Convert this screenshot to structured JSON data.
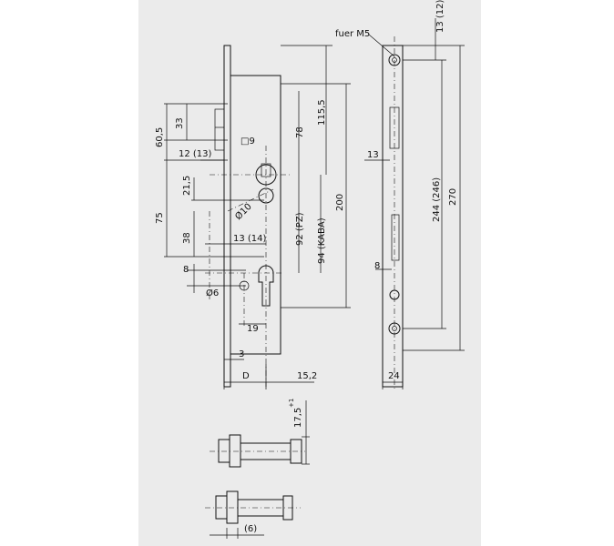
{
  "drawing": {
    "labels": {
      "fuer_m5": "fuer M5",
      "d_13_12": "13 (12)",
      "d_33": "33",
      "d_60_5": "60,5",
      "d_12_13": "12 (13)",
      "d_sq9": "□9",
      "d_78": "78",
      "d_115_5": "115,5",
      "d_21_5": "21,5",
      "d_phi10": "Ø10",
      "d_75": "75",
      "d_38": "38",
      "d_13_14": "13 (14)",
      "d_92_pz": "92 (PZ)",
      "d_94_kaba": "94 (KABA)",
      "d_200": "200",
      "d_13": "13",
      "d_244_246": "244 (246)",
      "d_270": "270",
      "d_8_left": "8",
      "d_phi6": "Ø6",
      "d_8_right": "8",
      "d_19": "19",
      "d_3": "3",
      "d_D": "D",
      "d_15_2": "15,2",
      "d_24": "24",
      "d_17_5": "17,5",
      "d_plus1": "+1",
      "d_6": "(6)"
    }
  }
}
